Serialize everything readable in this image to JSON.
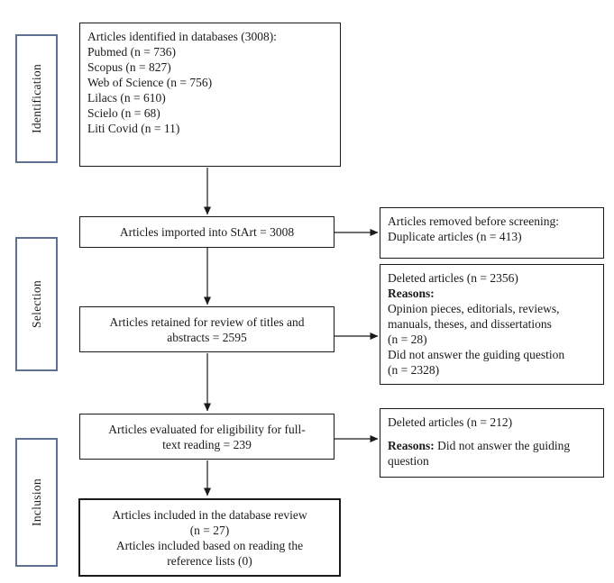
{
  "diagram": {
    "stages": [
      {
        "label": "Identification"
      },
      {
        "label": "Selection"
      },
      {
        "label": "Inclusion"
      }
    ],
    "main": {
      "identified": {
        "lines": [
          "Articles identified in databases (3008):",
          "Pubmed (n = 736)",
          "Scopus (n = 827)",
          "Web of Science (n = 756)",
          "Lilacs (n = 610)",
          "Scielo (n = 68)",
          "Liti Covid (n = 11)"
        ]
      },
      "imported": {
        "text": "Articles imported into StArt = 3008"
      },
      "retained": {
        "lines": [
          "Articles retained for review of titles and",
          "abstracts = 2595"
        ]
      },
      "eligibility": {
        "lines": [
          "Articles evaluated for eligibility for full-",
          "text reading = 239"
        ]
      },
      "included": {
        "lines": [
          "Articles included in the database review",
          "(n = 27)",
          "Articles included based on reading the",
          "reference lists (0)"
        ]
      }
    },
    "side": {
      "removed": {
        "lines": [
          "Articles removed before screening:",
          "Duplicate articles (n = 413)"
        ]
      },
      "deleted_titles": {
        "line1": "Deleted articles (n = 2356)",
        "reasons_label": "Reasons:",
        "reason_lines": [
          "Opinion pieces, editorials, reviews,",
          "manuals, theses, and dissertations",
          "(n = 28)",
          "Did not answer the guiding question",
          "(n = 2328)"
        ]
      },
      "deleted_fulltext": {
        "line1": "Deleted articles (n = 212)",
        "reasons_label": "Reasons:",
        "reasons_text": "Did not answer the guiding question"
      }
    },
    "colors": {
      "stage_border": "#5f7191",
      "box_border": "#1a1a1a"
    }
  }
}
